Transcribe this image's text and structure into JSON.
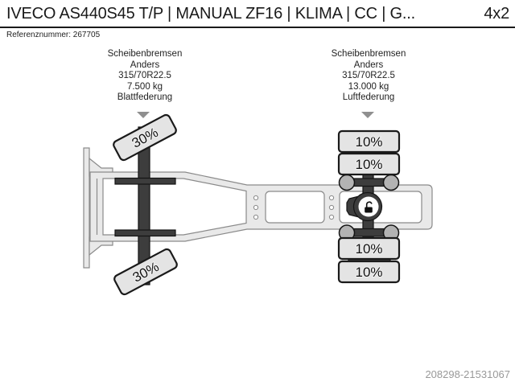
{
  "header": {
    "title": "IVECO AS440S45 T/P | MANUAL ZF16 | KLIMA | CC | G...",
    "axle_config": "4x2",
    "reference_line": "Referenznummer: 267705"
  },
  "diagram": {
    "front_axle": {
      "spec_lines": [
        "Scheibenbremsen",
        "Anders",
        "315/70R22.5",
        "7.500 kg",
        "Blattfederung"
      ],
      "wheels": [
        "30%",
        "30%"
      ],
      "arrow_icon": "down-arrow-icon"
    },
    "rear_axle": {
      "spec_lines": [
        "Scheibenbremsen",
        "Anders",
        "315/70R22.5",
        "13.000 kg",
        "Luftfederung"
      ],
      "wheels": [
        "10%",
        "10%",
        "10%",
        "10%"
      ],
      "arrow_icon": "down-arrow-icon",
      "diff_lock_icon": "open-padlock-icon"
    }
  },
  "footer": {
    "id_number": "208298-21531067"
  },
  "palette": {
    "frame_fill": "#e9e9e9",
    "frame_stroke": "#8a8a8a",
    "axle_dark": "#3d3d3d",
    "outline": "#141414",
    "wheel_fill": "#e4e4e4",
    "bellows_gray": "#b3b3b3",
    "arrow_gray": "#8f8f8f",
    "text_primary": "#1a1a1a",
    "footer_gray": "#999999"
  }
}
